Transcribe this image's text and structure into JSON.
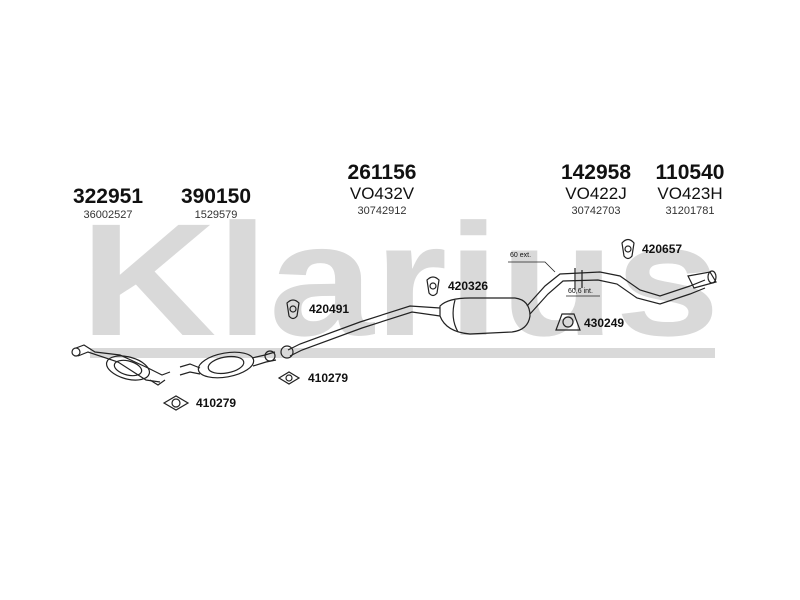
{
  "watermark": "Klarius",
  "parts": [
    {
      "number": "322951",
      "code": "",
      "ref": "36002527"
    },
    {
      "number": "390150",
      "code": "",
      "ref": "1529579"
    },
    {
      "number": "261156",
      "code": "VO432V",
      "ref": "30742912"
    },
    {
      "number": "142958",
      "code": "VO422J",
      "ref": "30742703"
    },
    {
      "number": "110540",
      "code": "VO423H",
      "ref": "31201781"
    }
  ],
  "fittings": [
    {
      "number": "420657"
    },
    {
      "number": "420326"
    },
    {
      "number": "420491"
    },
    {
      "number": "430249"
    },
    {
      "number": "410279"
    },
    {
      "number": "410279"
    }
  ],
  "annotations": {
    "ext": "60 ext.",
    "int": "60,6 int."
  },
  "colors": {
    "watermark": "#d9d9d9",
    "line": "#222222"
  }
}
